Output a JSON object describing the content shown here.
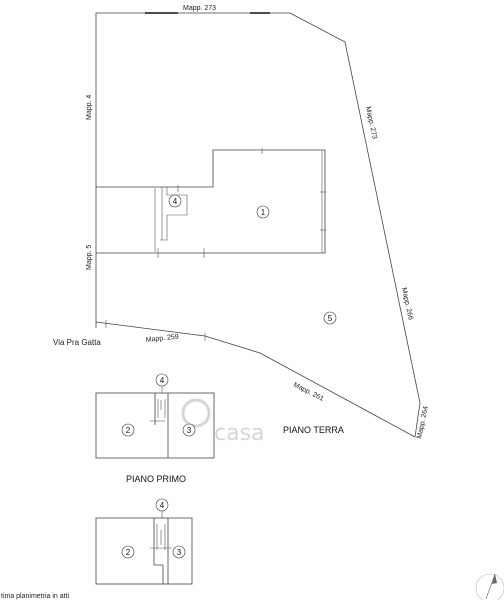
{
  "parcels": {
    "top": "Mapp. 273",
    "left_upper": "Mapp. 4",
    "left_lower": "Mapp. 5",
    "right_upper": "Mapp. 273",
    "right_middle": "Mapp. 266",
    "right_lower": "Mapp. 264",
    "bottom_left": "Mapp. 259",
    "bottom_right": "Mapp. 261"
  },
  "street": "Via Pra Gatta",
  "markers": {
    "m1": "1",
    "m2": "2",
    "m3": "3",
    "m4": "4",
    "m5": "5"
  },
  "floors": {
    "ground": "PIANO TERRA",
    "first": "PIANO PRIMO"
  },
  "watermark": "casa",
  "footer_note": "tima planimetria in atti"
}
